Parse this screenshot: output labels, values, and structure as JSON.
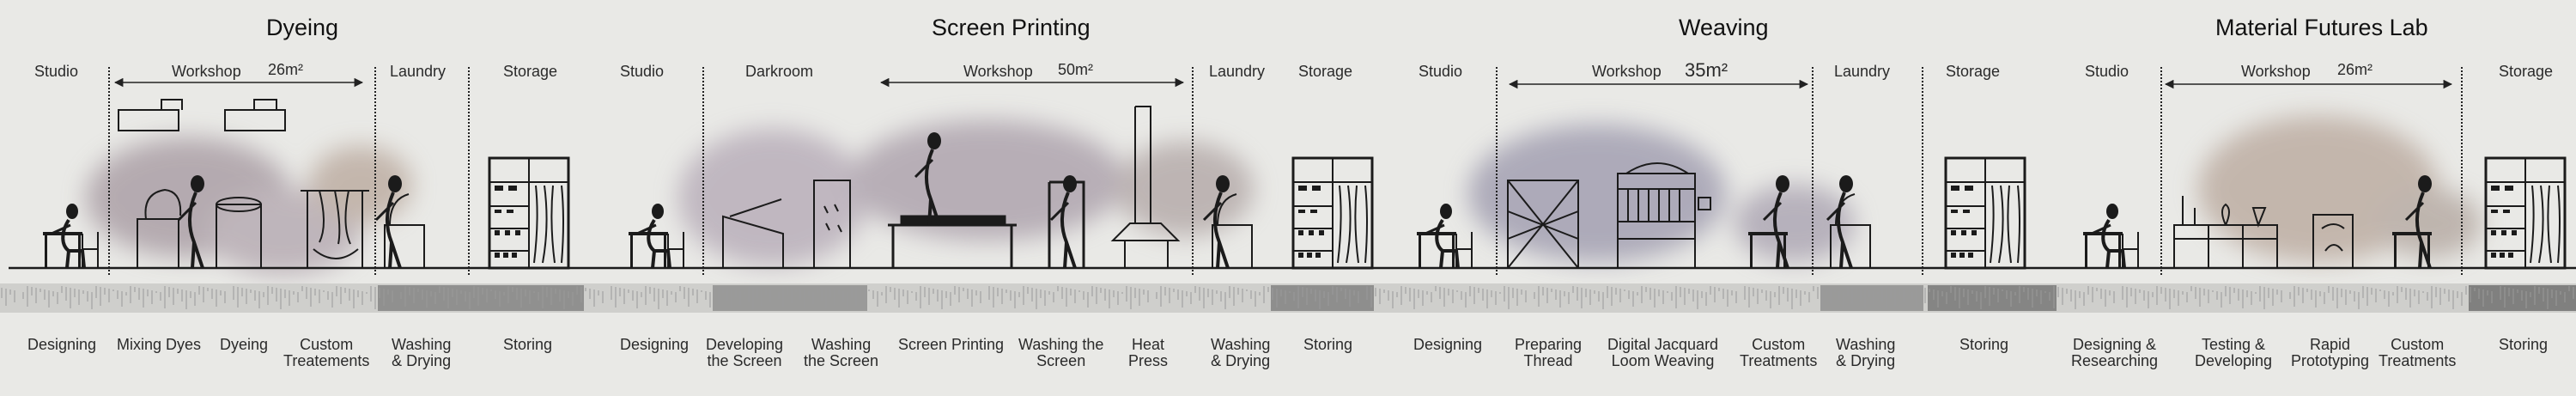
{
  "sections": [
    {
      "title": "Dyeing",
      "rooms": [
        "Studio",
        "Workshop",
        "Laundry",
        "Storage"
      ],
      "workshop_size": "26m²",
      "activities": [
        "Designing",
        "Mixing Dyes",
        "Dyeing",
        "Custom\nTreatements",
        "Washing\n& Drying",
        "Storing"
      ]
    },
    {
      "title": "Screen Printing",
      "rooms": [
        "Studio",
        "Darkroom",
        "Workshop",
        "Laundry",
        "Storage"
      ],
      "workshop_size": "50m²",
      "activities": [
        "Designing",
        "Developing\nthe Screen",
        "Washing\nthe Screen",
        "Screen Printing",
        "Washing  the\nScreen",
        "Heat\nPress",
        "Washing\n& Drying",
        "Storing"
      ]
    },
    {
      "title": "Weaving",
      "rooms": [
        "Studio",
        "Workshop",
        "Laundry",
        "Storage"
      ],
      "workshop_size": "35m²",
      "activities": [
        "Designing",
        "Preparing\nThread",
        "Digital Jacquard\nLoom Weaving",
        "Custom\nTreatments",
        "Washing\n& Drying",
        "Storing"
      ]
    },
    {
      "title": "Material Futures Lab",
      "rooms": [
        "Studio",
        "Workshop",
        "Storage"
      ],
      "workshop_size": "26m²",
      "activities": [
        "Designing &\nResearching",
        "Testing &\nDeveloping",
        "Rapid\nPrototyping",
        "Custom\nTreatments",
        "Storing"
      ]
    }
  ],
  "colors": {
    "ink": "#1b1b1b",
    "paper": "#e9e9e6",
    "wash": "#8a7884",
    "wash_warm": "#a58d7e"
  }
}
